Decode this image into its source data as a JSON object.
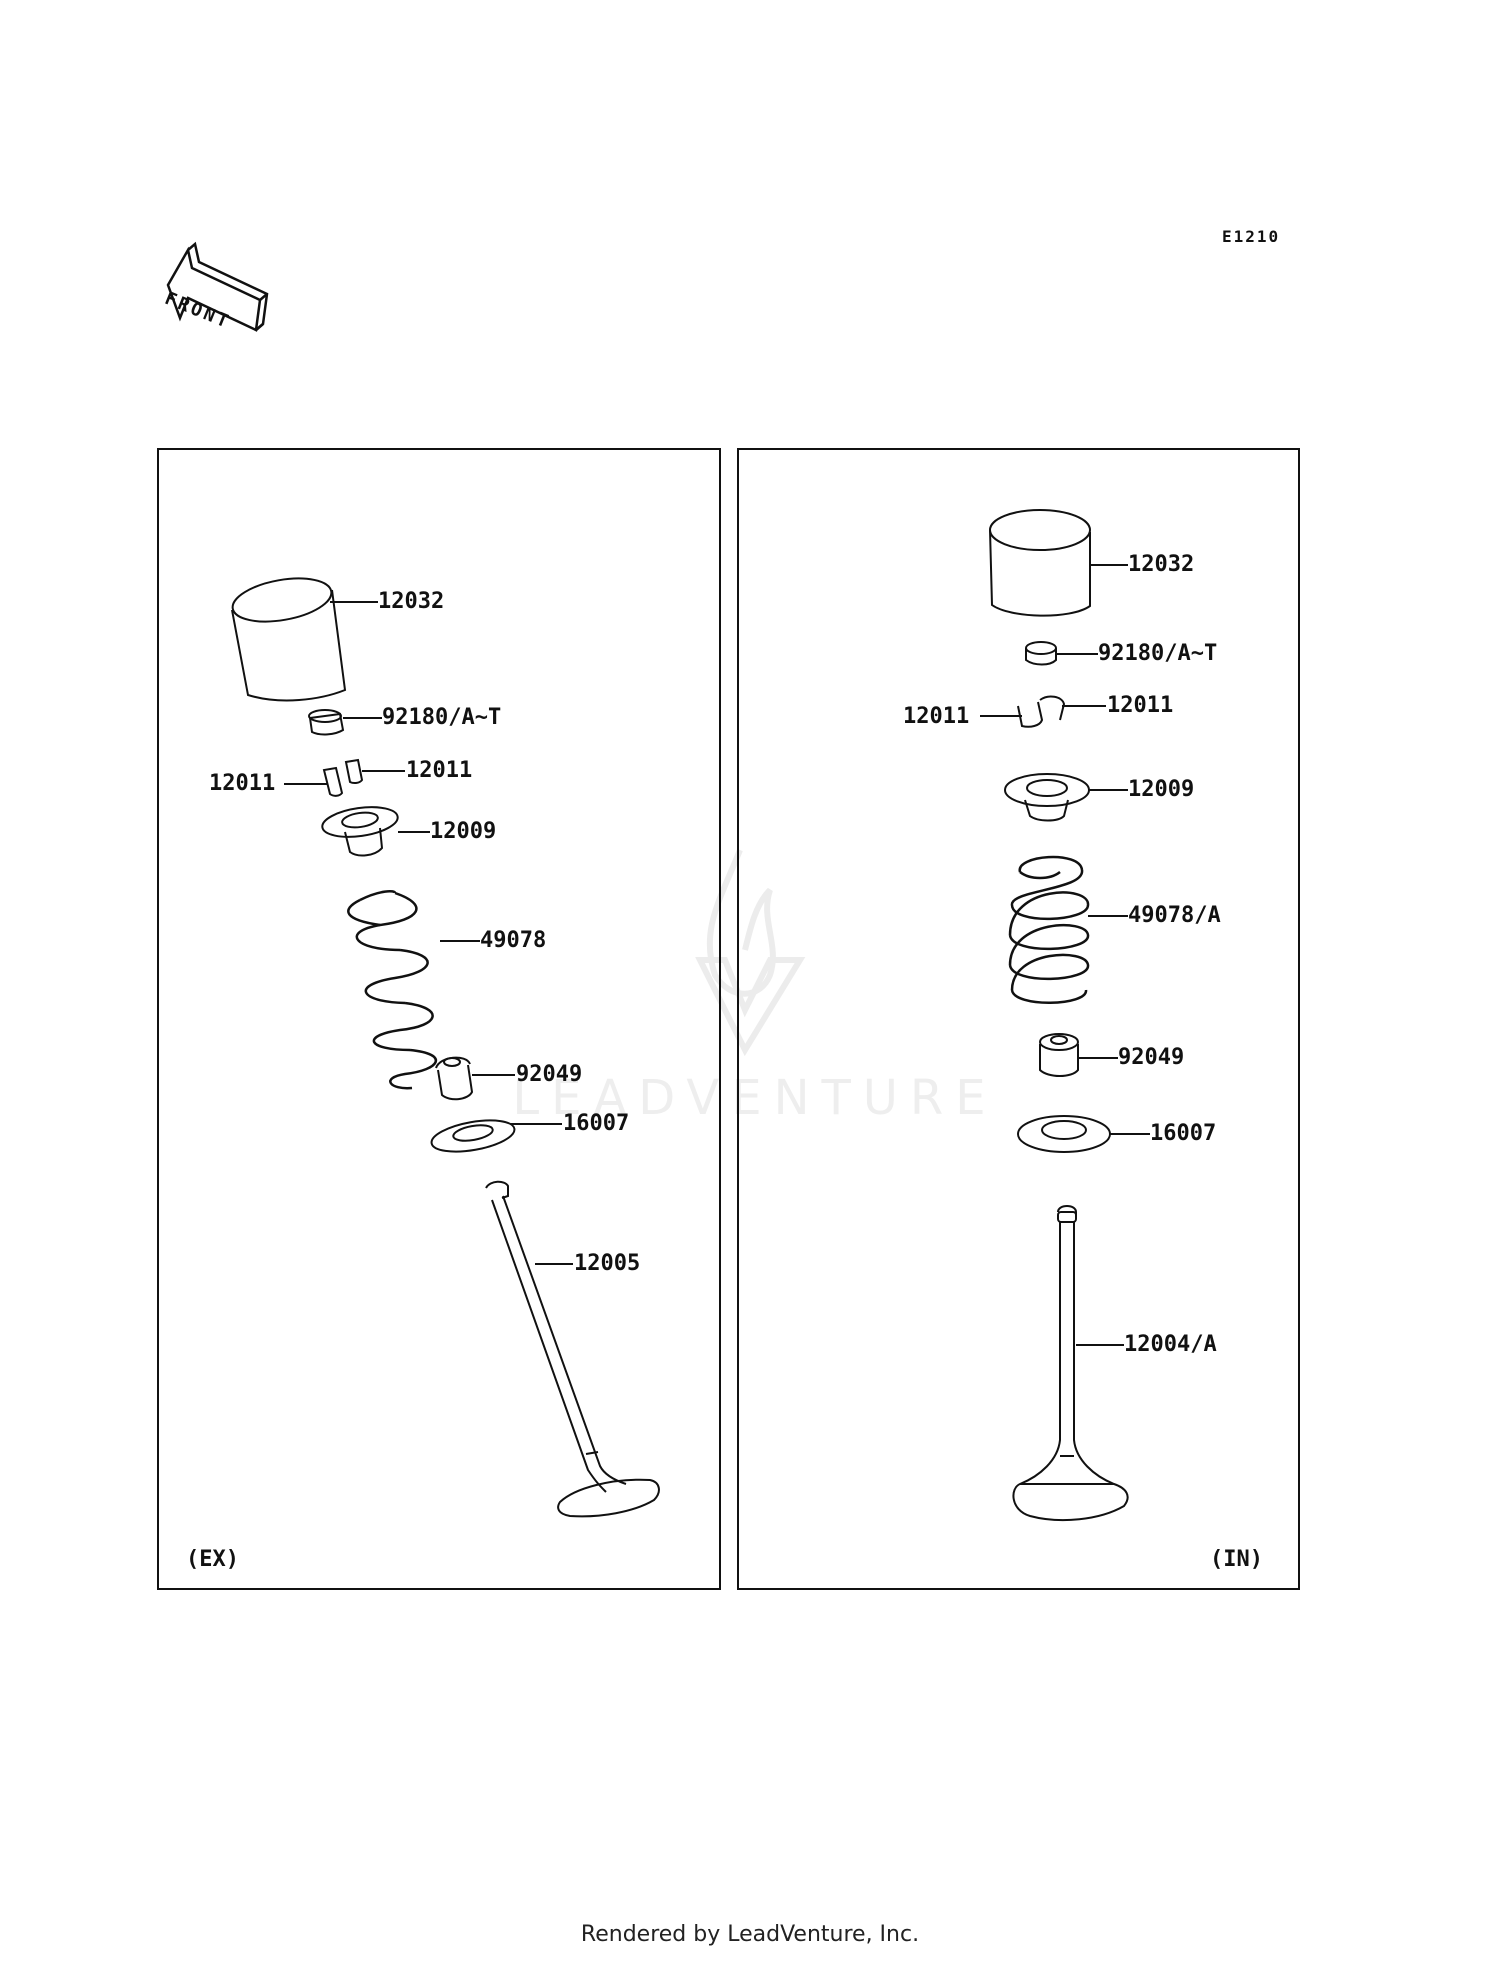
{
  "diagram_code": "E1210",
  "front_arrow_label": "FRONT",
  "watermark": "LEADVENTURE",
  "footer": "Rendered by LeadVenture, Inc.",
  "exhaust_panel": {
    "tag": "(EX)",
    "parts": {
      "tappet": "12032",
      "shim": "92180/A~T",
      "cotter_right": "12011",
      "cotter_left": "12011",
      "retainer": "12009",
      "spring": "49078",
      "stem_seal": "92049",
      "spring_seat": "16007",
      "valve": "12005"
    }
  },
  "intake_panel": {
    "tag": "(IN)",
    "parts": {
      "tappet": "12032",
      "shim": "92180/A~T",
      "cotter_right": "12011",
      "cotter_left": "12011",
      "retainer": "12009",
      "spring": "49078/A",
      "stem_seal": "92049",
      "spring_seat": "16007",
      "valve": "12004/A"
    }
  }
}
